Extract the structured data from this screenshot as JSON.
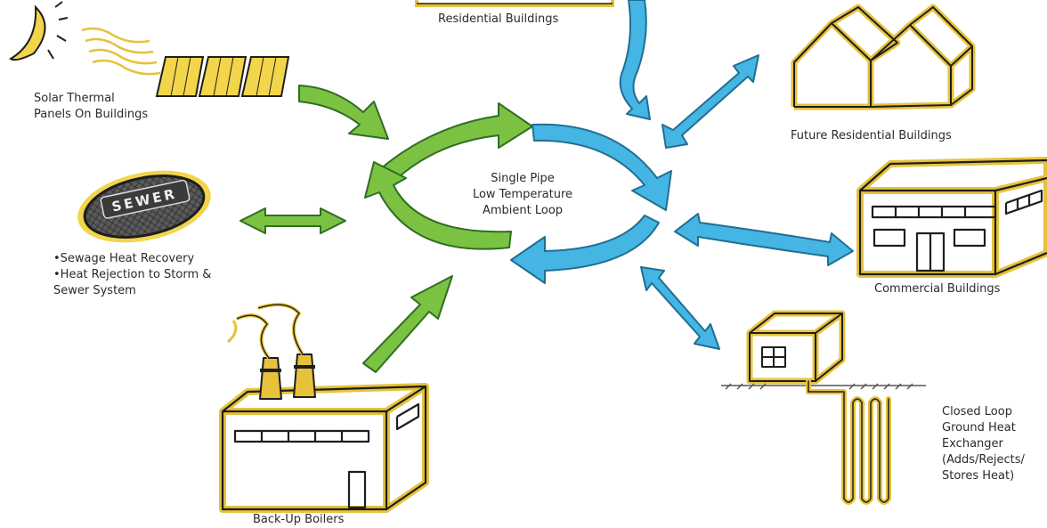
{
  "center": {
    "line1": "Single Pipe",
    "line2": "Low Temperature",
    "line3": "Ambient Loop"
  },
  "residential": {
    "label": "Residential Buildings"
  },
  "future_residential": {
    "label": "Future Residential Buildings"
  },
  "commercial": {
    "label": "Commercial Buildings"
  },
  "ground": {
    "line1": "Closed Loop",
    "line2": "Ground Heat",
    "line3": "Exchanger",
    "line4": "(Adds/Rejects/",
    "line5": "Stores Heat)"
  },
  "boilers": {
    "label": "Back-Up Boilers"
  },
  "sewer": {
    "sign_text": "SEWER",
    "line1": "•Sewage Heat Recovery",
    "line2": "•Heat Rejection to Storm &",
    "line3": "Sewer System"
  },
  "solar": {
    "line1": "Solar Thermal",
    "line2": "Panels On Buildings"
  },
  "colors": {
    "green_arrow": "#7cc242",
    "blue_arrow": "#45b5e3",
    "building_yellow": "#e6c23a",
    "outline": "#1e1e1e"
  }
}
